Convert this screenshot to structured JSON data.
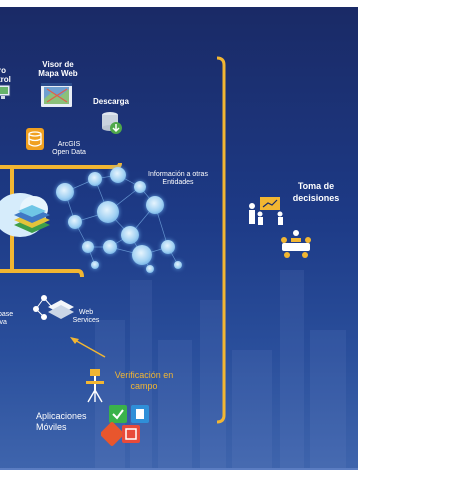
{
  "labels": {
    "control_center": "ro\ntrol",
    "web_map_viewer": "Visor de\nMapa Web",
    "download": "Descarga",
    "arcgis_open_data": "ArcGIS\nOpen Data",
    "info_other_entities": "Información a otras\nEntidades",
    "web_services": "Web\nServices",
    "database": "base\niva",
    "field_verification": "Verificación en\ncampo",
    "mobile_apps": "Aplicaciones\nMóviles",
    "decision_making": "Toma de\ndecisiones"
  },
  "icons": [
    "monitor-icon",
    "web-map-icon",
    "download-database-icon",
    "arcgis-open-data-icon",
    "cloud-gis-icon",
    "cloud-network-icon",
    "web-services-icon",
    "field-verification-icon",
    "mobile-apps-icon",
    "meeting-presentation-icon",
    "meeting-table-icon"
  ],
  "colors": {
    "background_top": "#1a2a66",
    "background_bottom": "#3f65ad",
    "accent_gold": "#f2b632",
    "text": "#ffffff",
    "cloud_light": "#cfe6f7",
    "node_blue": "#5aa7e6"
  }
}
